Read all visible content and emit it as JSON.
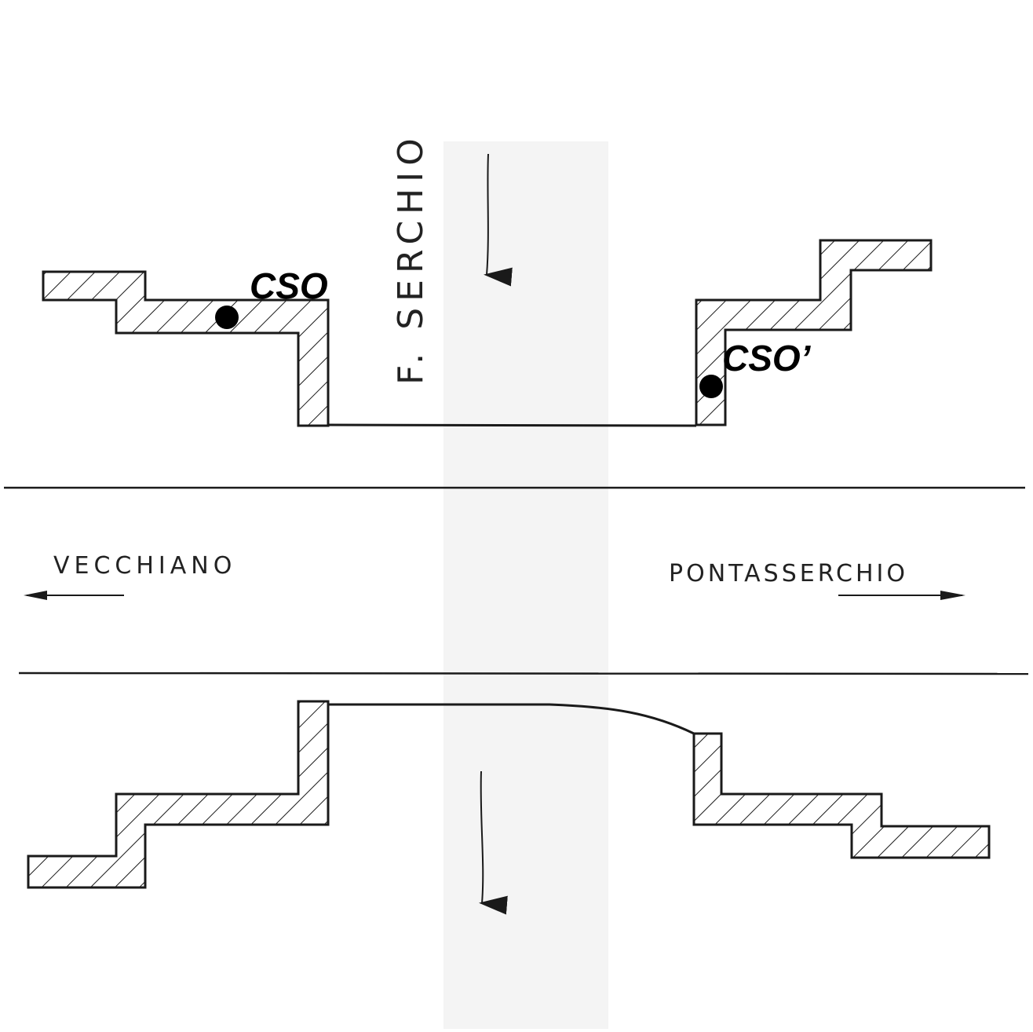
{
  "labels": {
    "river": "F. SERCHIO",
    "cso_left": "CSO",
    "cso_right": "CSO’",
    "town_left": "VECCHIANO",
    "town_right": "PONTASSERCHIO"
  },
  "colors": {
    "ink": "#1a1a1a",
    "marker": "#000000",
    "paper": "#ffffff"
  }
}
